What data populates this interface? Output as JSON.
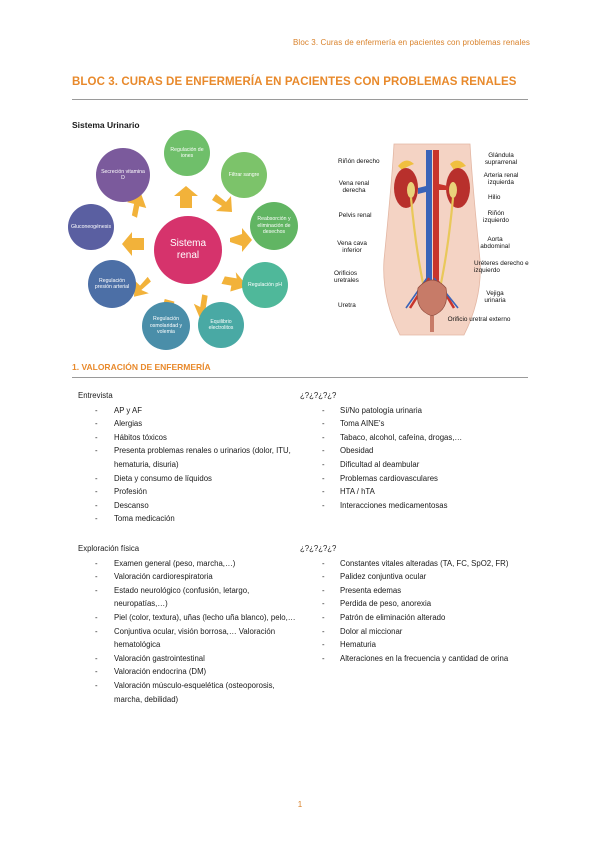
{
  "running_header": "Bloc 3. Curas de enfermería en pacientes con problemas renales",
  "title": "BLOC 3. CURAS DE ENFERMERÍA EN PACIENTES CON PROBLEMAS RENALES",
  "subheading": "Sistema Urinario",
  "cycle": {
    "center": "Sistema renal",
    "nodes": [
      {
        "label": "Regulación de iones",
        "color": "#6fbf6a"
      },
      {
        "label": "Filtrar sangre",
        "color": "#7cc36a"
      },
      {
        "label": "Reabsorción y eliminación de desechos",
        "color": "#61b563"
      },
      {
        "label": "Regulación pH",
        "color": "#4fb89a"
      },
      {
        "label": "Equilibrio electrolitos",
        "color": "#49a9a4"
      },
      {
        "label": "Regulación osmolaridad y volemia",
        "color": "#4a8ea9"
      },
      {
        "label": "Regulación presión arterial",
        "color": "#4c6fa6"
      },
      {
        "label": "Gluconeogénesis",
        "color": "#5a5fa1"
      },
      {
        "label": "Secreción vitamina D",
        "color": "#7b5a9c"
      }
    ]
  },
  "anatomy": {
    "labels": {
      "rinon_derecho": "Riñón derecho",
      "glandula": "Glándula suprarrenal",
      "arteria_renal": "Arteria renal izquierda",
      "vena_renal": "Vena renal derecha",
      "hilio": "Hilio",
      "pelvis": "Pelvis renal",
      "rinon_izq": "Riñón izquierdo",
      "vena_cava": "Vena cava inferior",
      "aorta": "Aorta abdominal",
      "ureteres": "Uréteres derecho e izquierdo",
      "orificios": "Orificios uretrales",
      "vejiga": "Vejiga urinaria",
      "uretra": "Uretra",
      "orificio_ext": "Orificio uretral externo"
    }
  },
  "section1": "1. VALORACIÓN DE ENFERMERÍA",
  "entrevista": {
    "heading": "Entrevista",
    "items": [
      "AP y AF",
      "Alergias",
      "Hábitos tóxicos",
      "Presenta problemas renales o urinarios (dolor, ITU, hematuria, disuria)",
      "Dieta y consumo de líquidos",
      "Profesión",
      "Descanso",
      "Toma medicación"
    ]
  },
  "entrevista_right": {
    "heading": "¿?¿?¿?¿?",
    "items": [
      "Sí/No patología urinaria",
      "Toma AINE's",
      "Tabaco, alcohol, cafeína, drogas,…",
      "Obesidad",
      "Dificultad al deambular",
      "Problemas cardiovasculares",
      "HTA / hTA",
      "Interacciones medicamentosas"
    ]
  },
  "exploracion": {
    "heading": "Exploración física",
    "items": [
      "Examen general (peso, marcha,…)",
      "Valoración cardiorespiratoria",
      "Estado neurológico (confusión, letargo, neuropatías,…)",
      "Piel (color, textura), uñas (lecho uña blanco), pelo,…",
      "Conjuntiva ocular, visión borrosa,… Valoración hematológica",
      "Valoración gastrointestinal",
      "Valoración endocrina (DM)",
      "Valoración músculo-esquelética (osteoporosis, marcha, debilidad)"
    ]
  },
  "exploracion_right": {
    "heading": "¿?¿?¿?¿?",
    "items": [
      "Constantes vitales alteradas (TA, FC, SpO2, FR)",
      "Palidez conjuntiva ocular",
      "Presenta edemas",
      "Perdida de peso, anorexia",
      "Patrón de eliminación alterado",
      "Dolor al miccionar",
      "Hematuria",
      "Alteraciones en la frecuencia y cantidad de orina"
    ]
  },
  "page_number": "1"
}
